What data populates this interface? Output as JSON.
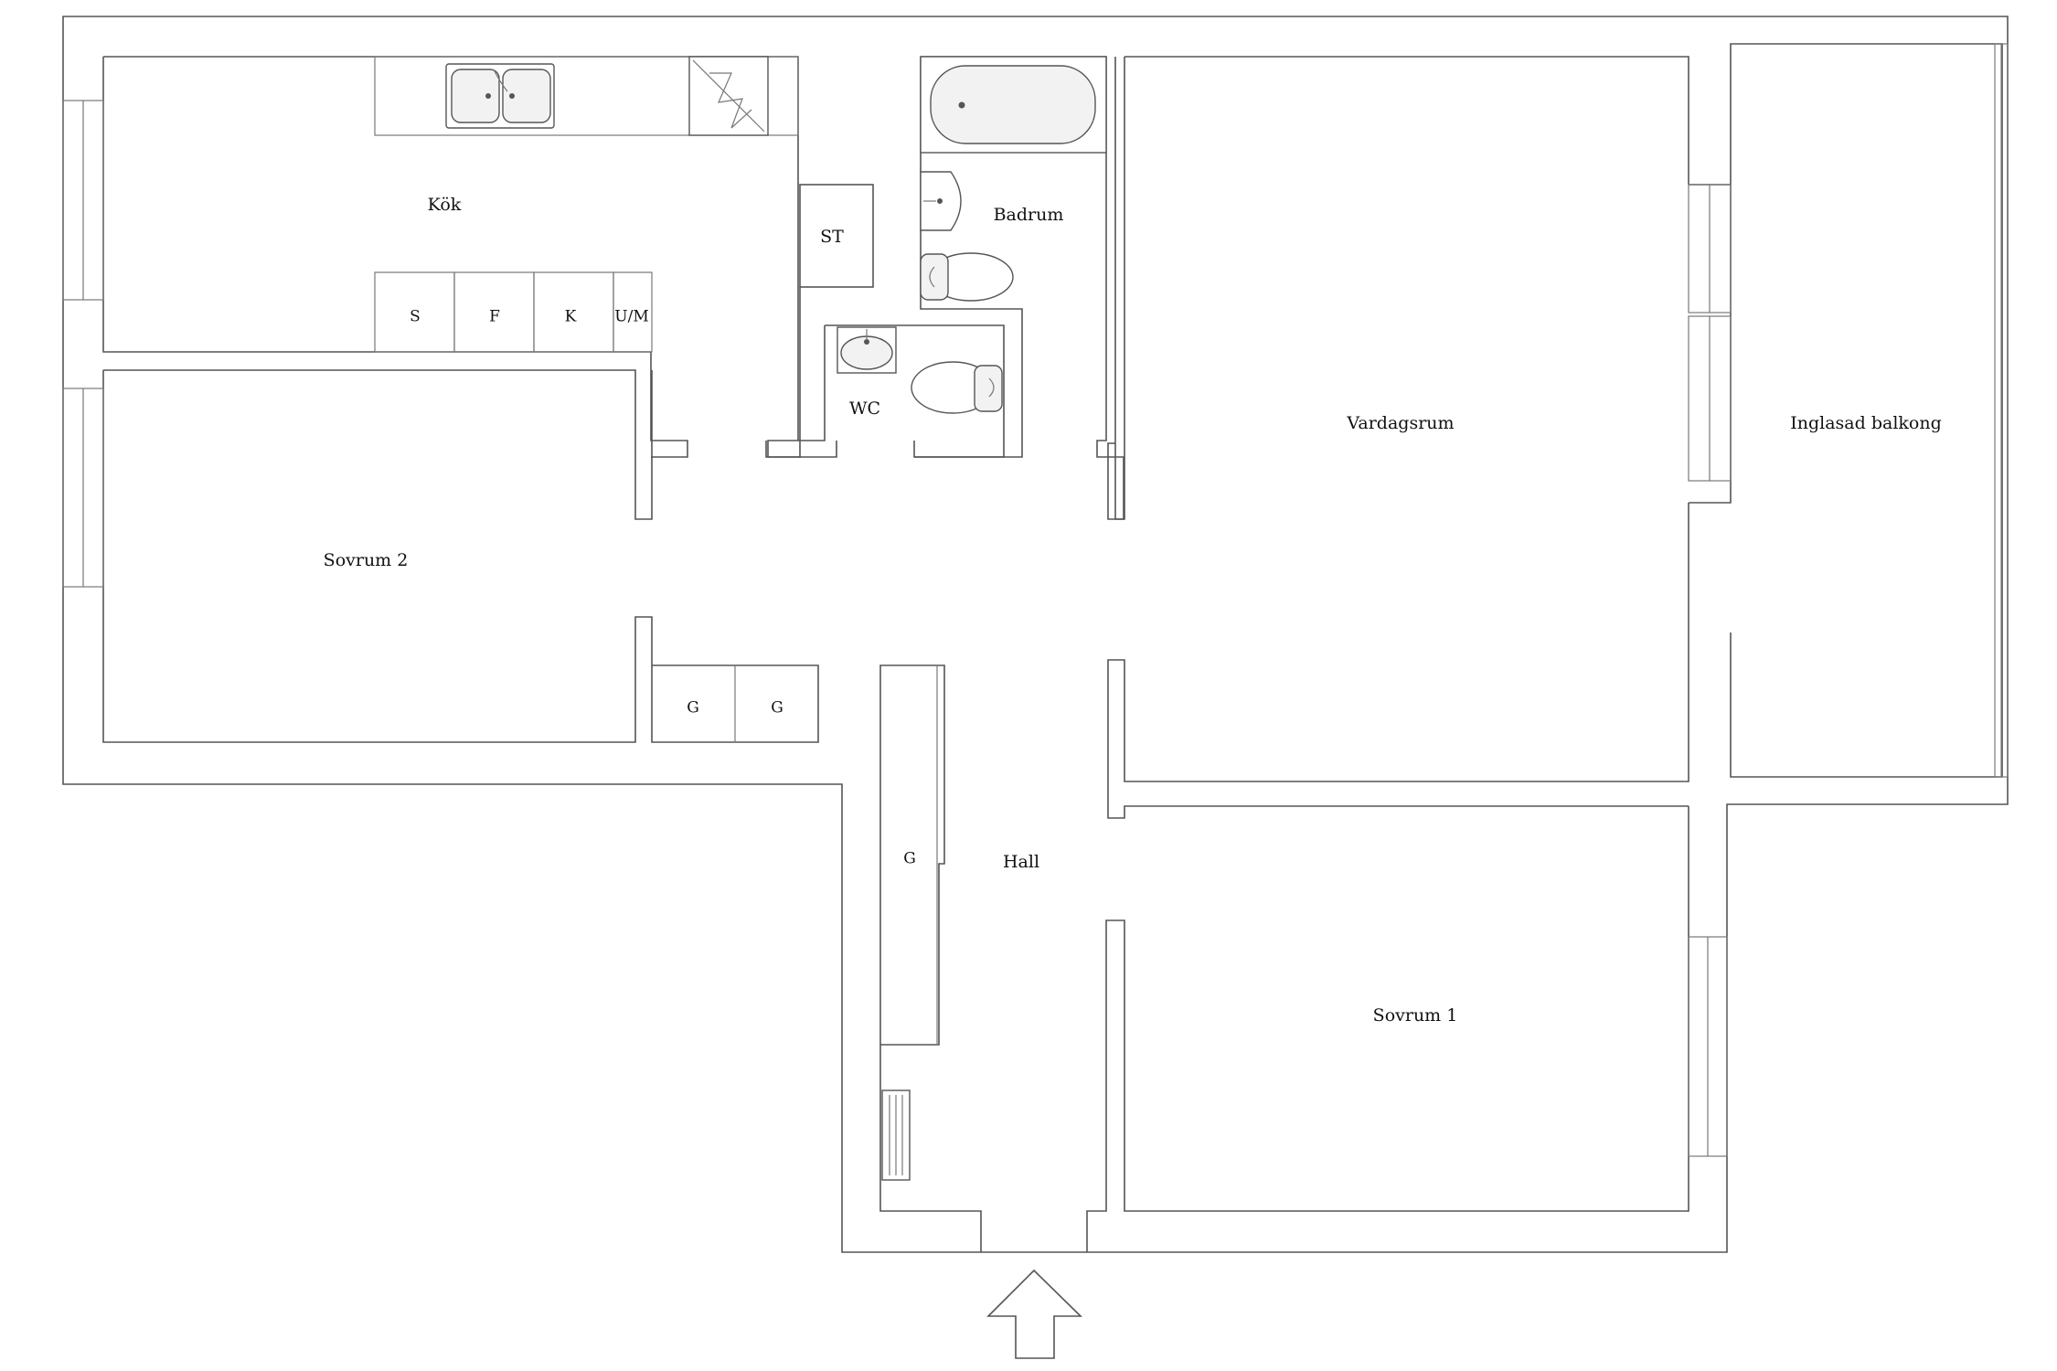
{
  "rooms": {
    "kok": "Kök",
    "badrum": "Badrum",
    "st": "ST",
    "wc": "WC",
    "vardagsrum": "Vardagsrum",
    "balkong": "Inglasad balkong",
    "sovrum2": "Sovrum 2",
    "hall": "Hall",
    "sovrum1": "Sovrum 1"
  },
  "appliances": {
    "s": "S",
    "f": "F",
    "k": "K",
    "um": "U/M"
  },
  "closets": {
    "g1": "G",
    "g2": "G",
    "g3": "G"
  },
  "icons": {
    "entrance": "entrance-arrow-icon",
    "sink": "double-sink-icon",
    "stove": "stove-icon",
    "bathtub": "bathtub-icon",
    "toilet": "toilet-icon",
    "radiator": "radiator-icon"
  }
}
